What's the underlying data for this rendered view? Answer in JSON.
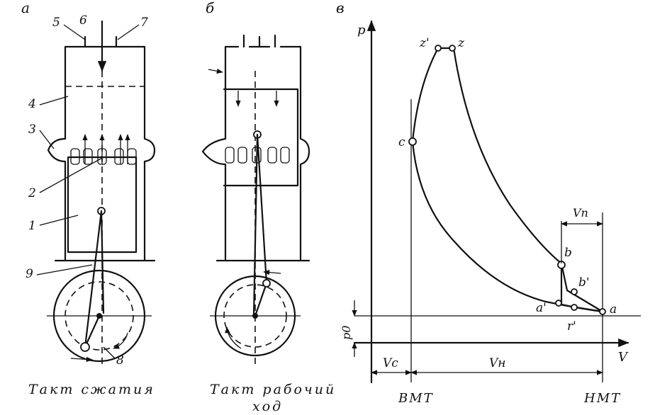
{
  "panels": {
    "a": {
      "letter": "а",
      "caption": "Такт сжатия",
      "callouts": [
        "1",
        "2",
        "3",
        "4",
        "5",
        "6",
        "7",
        "8",
        "9"
      ]
    },
    "b": {
      "letter": "б",
      "caption_line1": "Такт рабочий",
      "caption_line2": "ход"
    },
    "c": {
      "letter": "в"
    }
  },
  "diagram": {
    "axes": {
      "y": "p",
      "x": "V"
    },
    "points": {
      "z_prime": "z'",
      "z": "z",
      "c": "c",
      "b": "b",
      "b_prime": "b'",
      "a_prime": "a'",
      "a": "a",
      "r_prime": "r'"
    },
    "dims": {
      "vp": "Vп",
      "p0": "p0",
      "vc": "Vc",
      "vh": "Vн"
    },
    "positions": {
      "tdc": "ВМТ",
      "bdc": "НМТ"
    }
  }
}
